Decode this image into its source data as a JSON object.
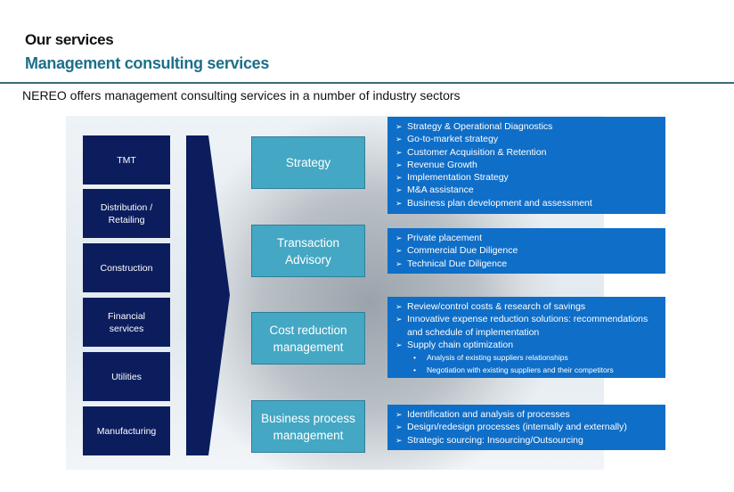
{
  "header": {
    "title": "Our services",
    "subtitle": "Management consulting services"
  },
  "intro": "NEREO offers management consulting services in a number of industry sectors",
  "industries": [
    "TMT",
    "Distribution / Retailing",
    "Construction",
    "Financial services",
    "Utilities",
    "Manufacturing"
  ],
  "services": [
    {
      "name": "Strategy",
      "details": [
        {
          "text": "Strategy & Operational Diagnostics"
        },
        {
          "text": "Go-to-market strategy"
        },
        {
          "text": "Customer Acquisition & Retention"
        },
        {
          "text": "Revenue Growth"
        },
        {
          "text": "Implementation Strategy"
        },
        {
          "text": "M&A assistance"
        },
        {
          "text": "Business plan development and assessment"
        }
      ]
    },
    {
      "name": "Transaction Advisory",
      "details": [
        {
          "text": "Private placement"
        },
        {
          "text": "Commercial Due Diligence"
        },
        {
          "text": "Technical Due Diligence"
        }
      ]
    },
    {
      "name": "Cost reduction management",
      "details": [
        {
          "text": "Review/control costs & research of savings"
        },
        {
          "text": "Innovative expense reduction solutions: recommendations and schedule of implementation"
        },
        {
          "text": "Supply chain optimization"
        },
        {
          "text": "Analysis of existing suppliers relationships",
          "sub": true
        },
        {
          "text": "Negotiation with existing suppliers and their competitors",
          "sub": true
        }
      ]
    },
    {
      "name": "Business process management",
      "details": [
        {
          "text": "Identification and analysis of processes"
        },
        {
          "text": "Design/redesign processes (internally and externally)"
        },
        {
          "text": "Strategic sourcing: Insourcing/Outsourcing"
        }
      ]
    }
  ],
  "colors": {
    "navy": "#0c1d5e",
    "teal": "#44a7c4",
    "blue": "#0f6ec7",
    "subtitle": "#1d6f8a"
  }
}
